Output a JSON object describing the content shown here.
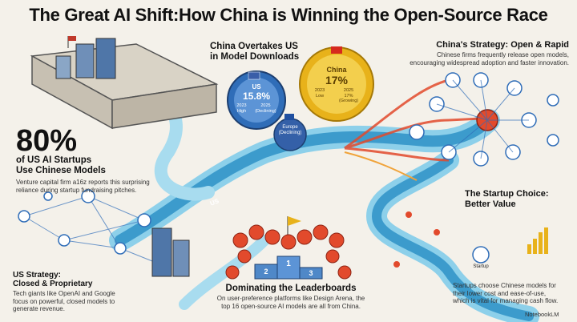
{
  "title": "The  Great AI Shift:How China is Winning the Open-Source Race",
  "downloads": {
    "heading_line1": "China Overtakes US",
    "heading_line2": "in Model Downloads",
    "us": {
      "name": "US",
      "pct": "15.8%",
      "y1": "2023",
      "y1_note": "High",
      "y2": "2025",
      "y2_note": "(Declining)"
    },
    "europe": {
      "name": "Europe",
      "note": "(Declining)"
    },
    "china": {
      "name": "China",
      "pct": "17%",
      "y1": "2023",
      "y1_note": "Low",
      "y2": "2025",
      "y2_pct": "17%",
      "y2_note": "(Growing)"
    }
  },
  "stat": {
    "value": "80%",
    "line1": "of US AI Startups",
    "line2": "Use Chinese Models",
    "desc1": "Venture capital firm a16z reports this surprising",
    "desc2": "reliance during startup fundraising pitches."
  },
  "china_strategy": {
    "heading": "China's Strategy: Open & Rapid",
    "desc1": "Chinese firms frequently release open models,",
    "desc2": "encouraging widespread adoption and faster innovation."
  },
  "us_strategy": {
    "heading1": "US Strategy:",
    "heading2": "Closed & Proprietary",
    "desc1": "Tech giants like OpenAI and Google",
    "desc2": "focus on powerful, closed models to",
    "desc3": "generate revenue."
  },
  "startup_choice": {
    "heading1": "The Startup Choice:",
    "heading2": "Better Value",
    "startup_label": "Startup",
    "desc1": "Startups choose Chinese models for",
    "desc2": "their lower cost and ease-of-use,",
    "desc3": "which is vital for managing cash flow."
  },
  "leaderboards": {
    "heading": "Dominating the Leaderboards",
    "desc1": "On user-preference platforms like Design Arena, the",
    "desc2": "top 16 open-source AI models are all from China.",
    "places": [
      "2",
      "1",
      "3"
    ]
  },
  "river_label": "US",
  "watermark": "NotebookLM",
  "colors": {
    "us_blue": "#2f6db8",
    "china_gold": "#e8b21a",
    "red_arrow": "#e24a2c",
    "river": "#58b4d8"
  }
}
